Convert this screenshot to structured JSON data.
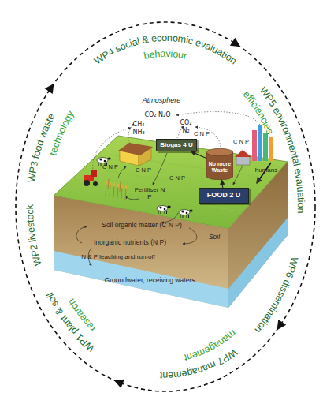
{
  "diagram": {
    "nodes": [
      {
        "text": [
          "Biogas 4 U"
        ]
      },
      {
        "text": [
          "No more Waste"
        ]
      },
      {
        "text": [
          "FOOD 2 U"
        ]
      }
    ],
    "edges": [
      {
        "from": 1,
        "to": 0,
        "arrow": "to"
      },
      {
        "from": 2,
        "to": 1,
        "arrow": "to"
      }
    ],
    "labels": [
      "WP4 social & economic evaluation",
      "behaviour",
      "WP5 environmental evaluation",
      "efficiencies",
      "WP6 dissemination",
      "WP7 management",
      "management",
      "research",
      "WP1 plant & soil",
      "WP2 livestock",
      "WP3 food waste",
      "technology",
      "Atmosphere",
      "CO₂ N₂O",
      "CH₄",
      "NH₃",
      "CO₂",
      "N₂",
      "C N P",
      "C N P",
      "C N P",
      "C N P",
      "C N P",
      "humans",
      "Fertiliser N P",
      "Soil organic matter (C N P)",
      "Soil",
      "Inorganic nutrients (N P)",
      "N & P leaching and run-off",
      "Groundwater, receiving waters"
    ]
  }
}
